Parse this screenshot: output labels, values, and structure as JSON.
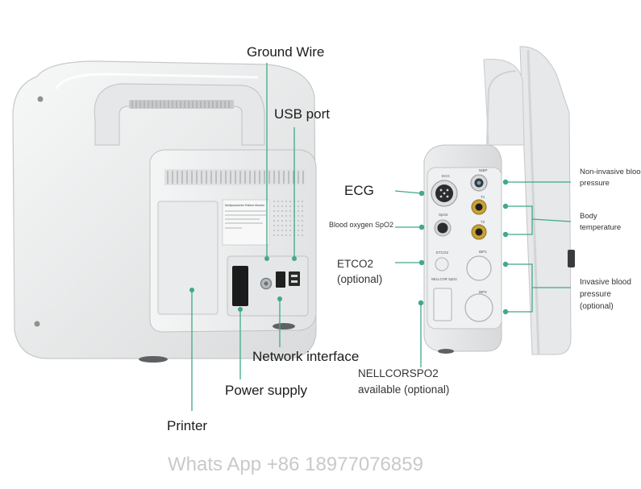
{
  "callouts": {
    "ground_wire": "Ground Wire",
    "usb_port": "USB port",
    "network_interface": "Network interface",
    "power_supply": "Power supply",
    "printer": "Printer",
    "ecg": "ECG",
    "blood_oxygen": "Blood oxygen SpO2",
    "etco2_line1": "ETCO2",
    "etco2_line2": "(optional)",
    "nellcor_line1": "NELLCORSPO2",
    "nellcor_line2": "available (optional)",
    "nibp_line1": "Non-invasive blood",
    "nibp_line2": "pressure",
    "temp_line1": "Body",
    "temp_line2": "temperature",
    "ibp_line1": "Invasive blood",
    "ibp_line2": "pressure",
    "ibp_line3": "(optional)"
  },
  "device_text": {
    "rear_label_title": "Multiparameter Patient Monitor",
    "socket_ecg": "ECG",
    "socket_nibp": "NIBP",
    "socket_spo2": "SpO2",
    "socket_t1": "T1",
    "socket_t2": "T2",
    "socket_etco2": "ETCO2",
    "socket_ibp1": "IBP1",
    "socket_ibp2": "IBP2",
    "socket_nellcor": "NELLCOR SpO2"
  },
  "watermark": "Whats App +86 18977076859",
  "colors": {
    "callout_line": "#3fa98a",
    "device_body": "#ecedee",
    "device_shadow": "#c9cbcd"
  }
}
